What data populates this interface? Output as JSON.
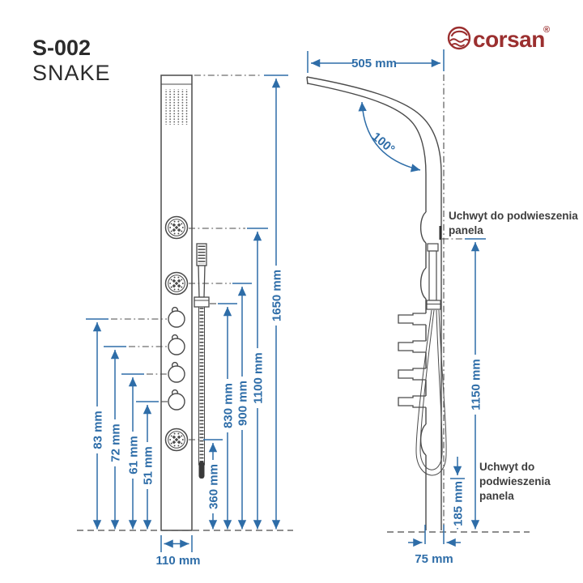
{
  "header": {
    "model": "S-002",
    "name": "SNAKE"
  },
  "logo": {
    "brand": "corsan",
    "registered": "®"
  },
  "colors": {
    "dimension_blue": "#2e6da8",
    "line_gray": "#4a4a4a",
    "text_dark": "#3d3d3d",
    "brand_red": "#9b2f2f"
  },
  "front_view": {
    "left_dims": [
      "83 mm",
      "72 mm",
      "61 mm",
      "51 mm"
    ],
    "right_dims": [
      "360 mm",
      "830 mm",
      "900 mm",
      "1100 mm",
      "1650 mm"
    ],
    "bottom_width": "110 mm"
  },
  "side_view": {
    "top_width": "505 mm",
    "angle": "100°",
    "height": "1150 mm",
    "bracket_offset": "185 mm",
    "depth": "75 mm",
    "note_top": {
      "line1": "Uchwyt do podwieszenia",
      "line2": "panela"
    },
    "note_bottom": {
      "line1": "Uchwyt do",
      "line2": "podwieszenia",
      "line3": "panela"
    }
  }
}
